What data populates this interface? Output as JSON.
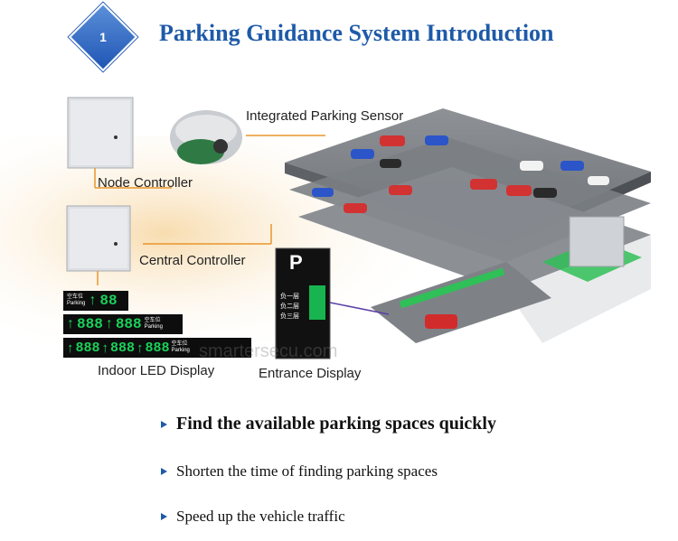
{
  "header": {
    "step_number": "1",
    "title": "Parking Guidance System Introduction"
  },
  "labels": {
    "node_controller": "Node Controller",
    "sensor": "Integrated Parking Sensor",
    "central_controller": "Central Controller",
    "indoor_led": "Indoor LED Display",
    "entrance_display": "Entrance Display"
  },
  "led": {
    "arrow": "↑",
    "digits2": "88",
    "digits3": "888",
    "tag_top": "空车位",
    "tag_bottom": "Parking"
  },
  "entrance_sign": {
    "letter": "P",
    "rows": [
      "负一层",
      "负二层",
      "负三层"
    ]
  },
  "watermark": "smartersecu.com",
  "bullets": [
    "Find the available parking spaces quickly",
    "Shorten the time of finding parking spaces",
    "Speed up the vehicle traffic"
  ],
  "colors": {
    "title": "#1e5aa8",
    "led_green": "#19d15a",
    "line_orange": "#e8962b",
    "line_purple": "#5b3fa5"
  }
}
